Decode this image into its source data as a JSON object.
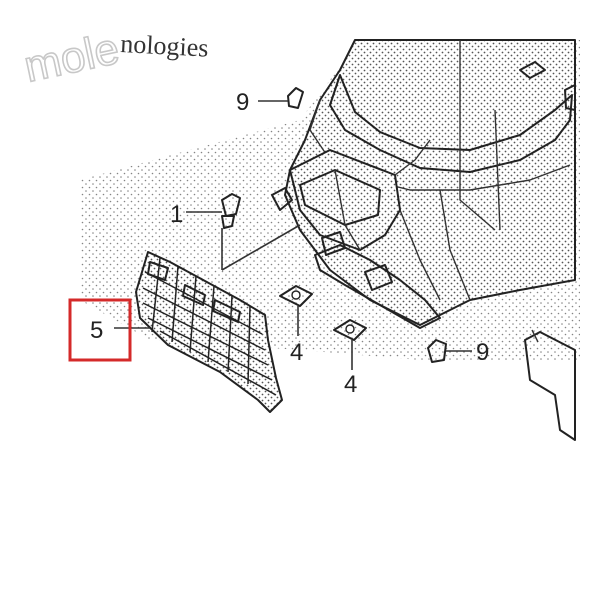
{
  "watermark": {
    "ghost_text": "mole",
    "text": "nologies"
  },
  "callouts": [
    {
      "id": "c9a",
      "label": "9"
    },
    {
      "id": "c1",
      "label": "1"
    },
    {
      "id": "c5",
      "label": "5",
      "highlighted": true
    },
    {
      "id": "c4a",
      "label": "4"
    },
    {
      "id": "c4b",
      "label": "4"
    },
    {
      "id": "c9b",
      "label": "9"
    }
  ],
  "highlight": {
    "color": "#d42a2a",
    "target": "5"
  },
  "colors": {
    "line": "#222222",
    "dots": "#555555",
    "background": "#ffffff"
  }
}
